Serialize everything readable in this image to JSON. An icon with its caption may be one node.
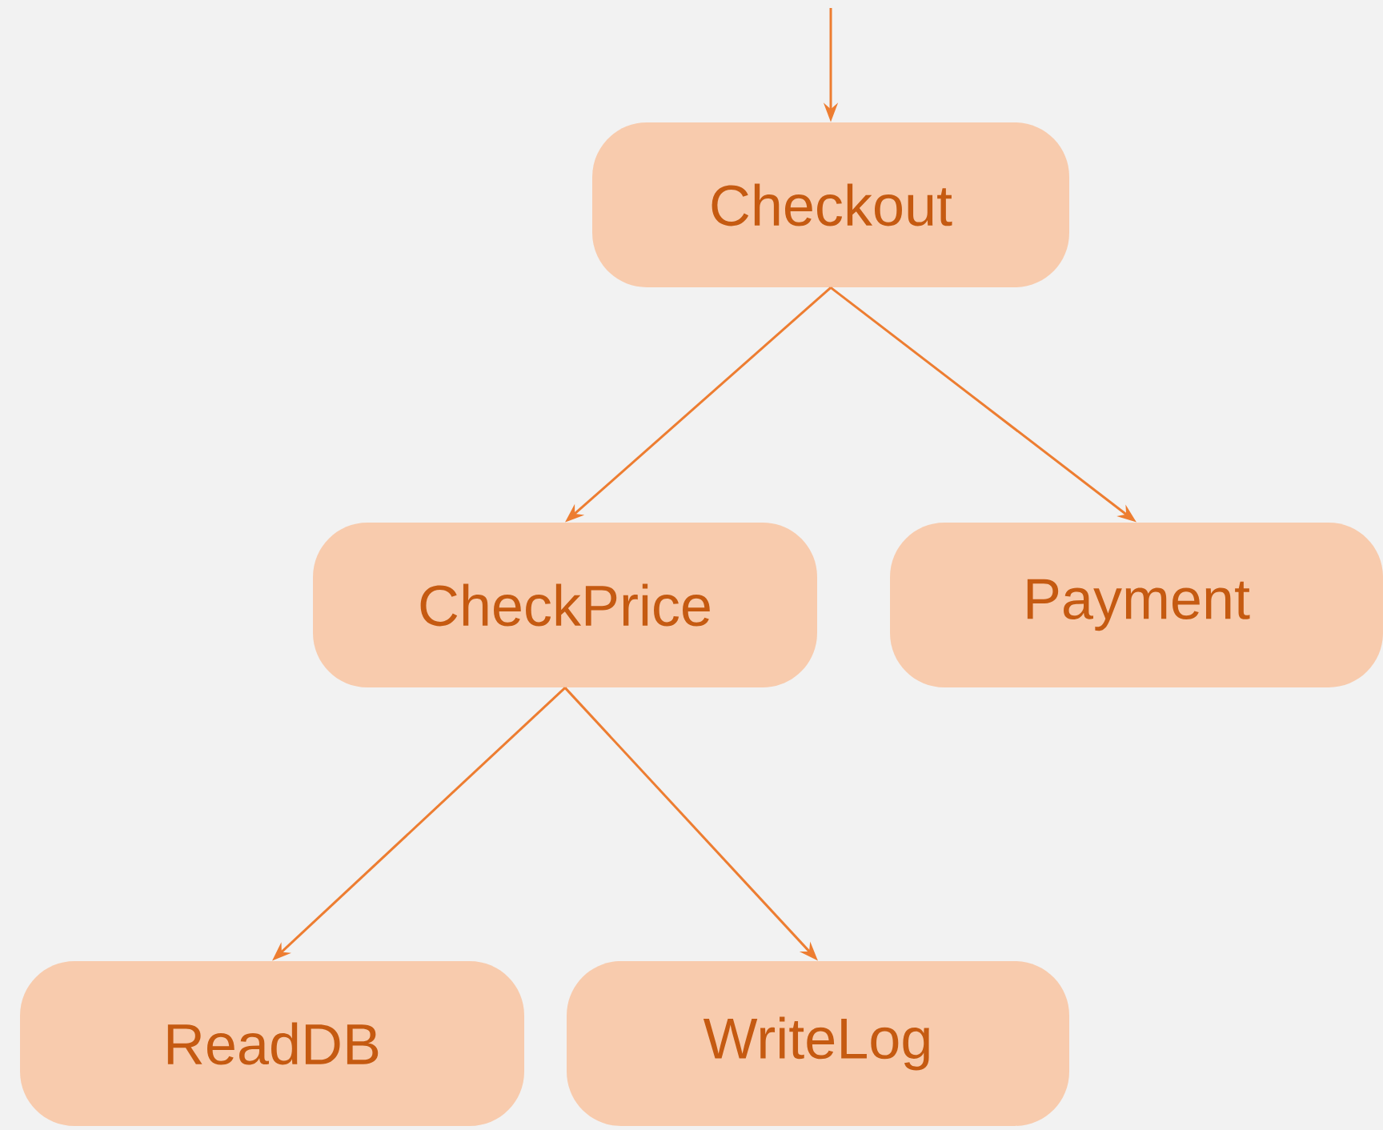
{
  "diagram": {
    "nodes": [
      {
        "text": [
          "Checkout"
        ]
      },
      {
        "text": [
          "CheckPrice"
        ]
      },
      {
        "text": [
          "Payment"
        ]
      },
      {
        "text": [
          "ReadDB"
        ]
      },
      {
        "text": [
          "WriteLog"
        ]
      }
    ],
    "edges": [
      {
        "from": null,
        "to": 0,
        "arrow": "to"
      },
      {
        "from": 0,
        "to": 1,
        "arrow": "to"
      },
      {
        "from": 0,
        "to": 2,
        "arrow": "to"
      },
      {
        "from": 1,
        "to": 3,
        "arrow": "to"
      },
      {
        "from": 1,
        "to": 4,
        "arrow": "to"
      }
    ]
  }
}
